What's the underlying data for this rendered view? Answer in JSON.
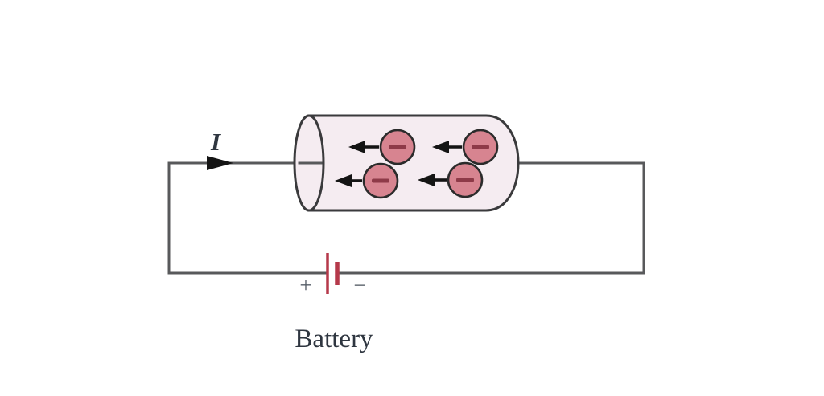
{
  "figure": {
    "labels": {
      "current": "I",
      "battery_name": "Battery",
      "battery_positive": "+",
      "battery_negative": "−"
    },
    "current_direction": "right",
    "electrons": {
      "count": 4,
      "symbol": "−",
      "drift_direction": "left"
    },
    "colors": {
      "wire": "#58595b",
      "conductor_fill": "#f5ecf1",
      "conductor_stroke": "#3a3a3c",
      "electron_fill": "#d78490",
      "electron_stroke": "#2b2b2b",
      "electron_minus": "#8e3a48",
      "battery_plate": "#b5394a",
      "terminal_sign": "#565e68",
      "arrow": "#141414",
      "text": "#2f3640"
    }
  }
}
